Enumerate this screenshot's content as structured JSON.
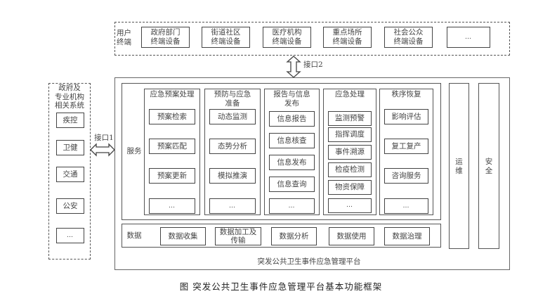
{
  "user_terminals": {
    "label": "用户\n终端",
    "devices": [
      "政府部门\n终端设备",
      "街道社区\n终端设备",
      "医疗机构\n终端设备",
      "重点场所\n终端设备",
      "社会公众\n终端设备",
      "…"
    ]
  },
  "interface2": "接口2",
  "interface1": "接口1",
  "gov_systems": {
    "label": "政府及\n专业机构\n相关系统",
    "items": [
      "疾控",
      "卫健",
      "交通",
      "公安",
      "…"
    ]
  },
  "platform": {
    "title": "突发公共卫生事件应急管理平台",
    "service_label": "服务",
    "service_columns": [
      {
        "title": "应急预案处理",
        "items": [
          "预案检索",
          "预案匹配",
          "预案更新",
          "…"
        ]
      },
      {
        "title": "预防与应急\n准备",
        "items": [
          "动态监测",
          "态势分析",
          "模拟推演",
          "…"
        ]
      },
      {
        "title": "报告与信息\n发布",
        "items": [
          "信息报告",
          "信息核查",
          "信息发布",
          "信息查询",
          "…"
        ]
      },
      {
        "title": "应急处理",
        "items": [
          "监测预警",
          "指挥调度",
          "事件溯源",
          "检疫检测",
          "物资保障",
          "…"
        ]
      },
      {
        "title": "秩序恢复",
        "items": [
          "影响评估",
          "复工复产",
          "咨询服务",
          "…"
        ]
      }
    ],
    "data_label": "数据",
    "data_items": [
      "数据收集",
      "数据加工及\n传输",
      "数据分析",
      "数据使用",
      "数据治理"
    ],
    "ops_label": "运\n维",
    "security_label": "安\n全"
  },
  "caption": "图 突发公共卫生事件应急管理平台基本功能框架"
}
